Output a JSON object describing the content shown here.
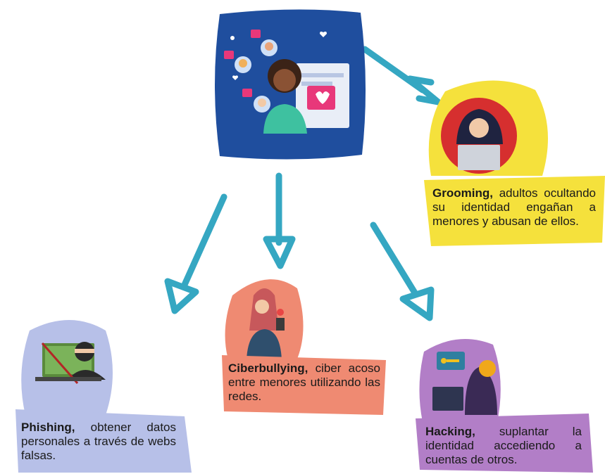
{
  "colors": {
    "arrow": "#35a7c2",
    "center_bg": "#1f4e9e",
    "grooming_bg": "#f5e13c",
    "grooming_circle": "#d62f2f",
    "ciberbullying_bg": "#ef8a72",
    "phishing_bg": "#b7c0e8",
    "hacking_bg": "#b27ec7"
  },
  "center": {
    "icon": "social-media-user-icon"
  },
  "nodes": {
    "grooming": {
      "term": "Grooming,",
      "text": "adultos ocultando su identidad engañan a menores y abusan de ellos.",
      "icon": "hooded-hacker-laptop-icon"
    },
    "ciberbullying": {
      "term": "Ciberbullying,",
      "text": "ciber acoso entre menores utilizando las redes.",
      "icon": "crying-girl-phone-icon"
    },
    "phishing": {
      "term": "Phishing,",
      "text": "obtener datos personales a través de webs falsas.",
      "icon": "thief-fishing-laptop-icon"
    },
    "hacking": {
      "term": "Hacking,",
      "text": "suplantar la identidad accediendo a cuentas de otros.",
      "icon": "hacker-computer-key-icon"
    }
  }
}
